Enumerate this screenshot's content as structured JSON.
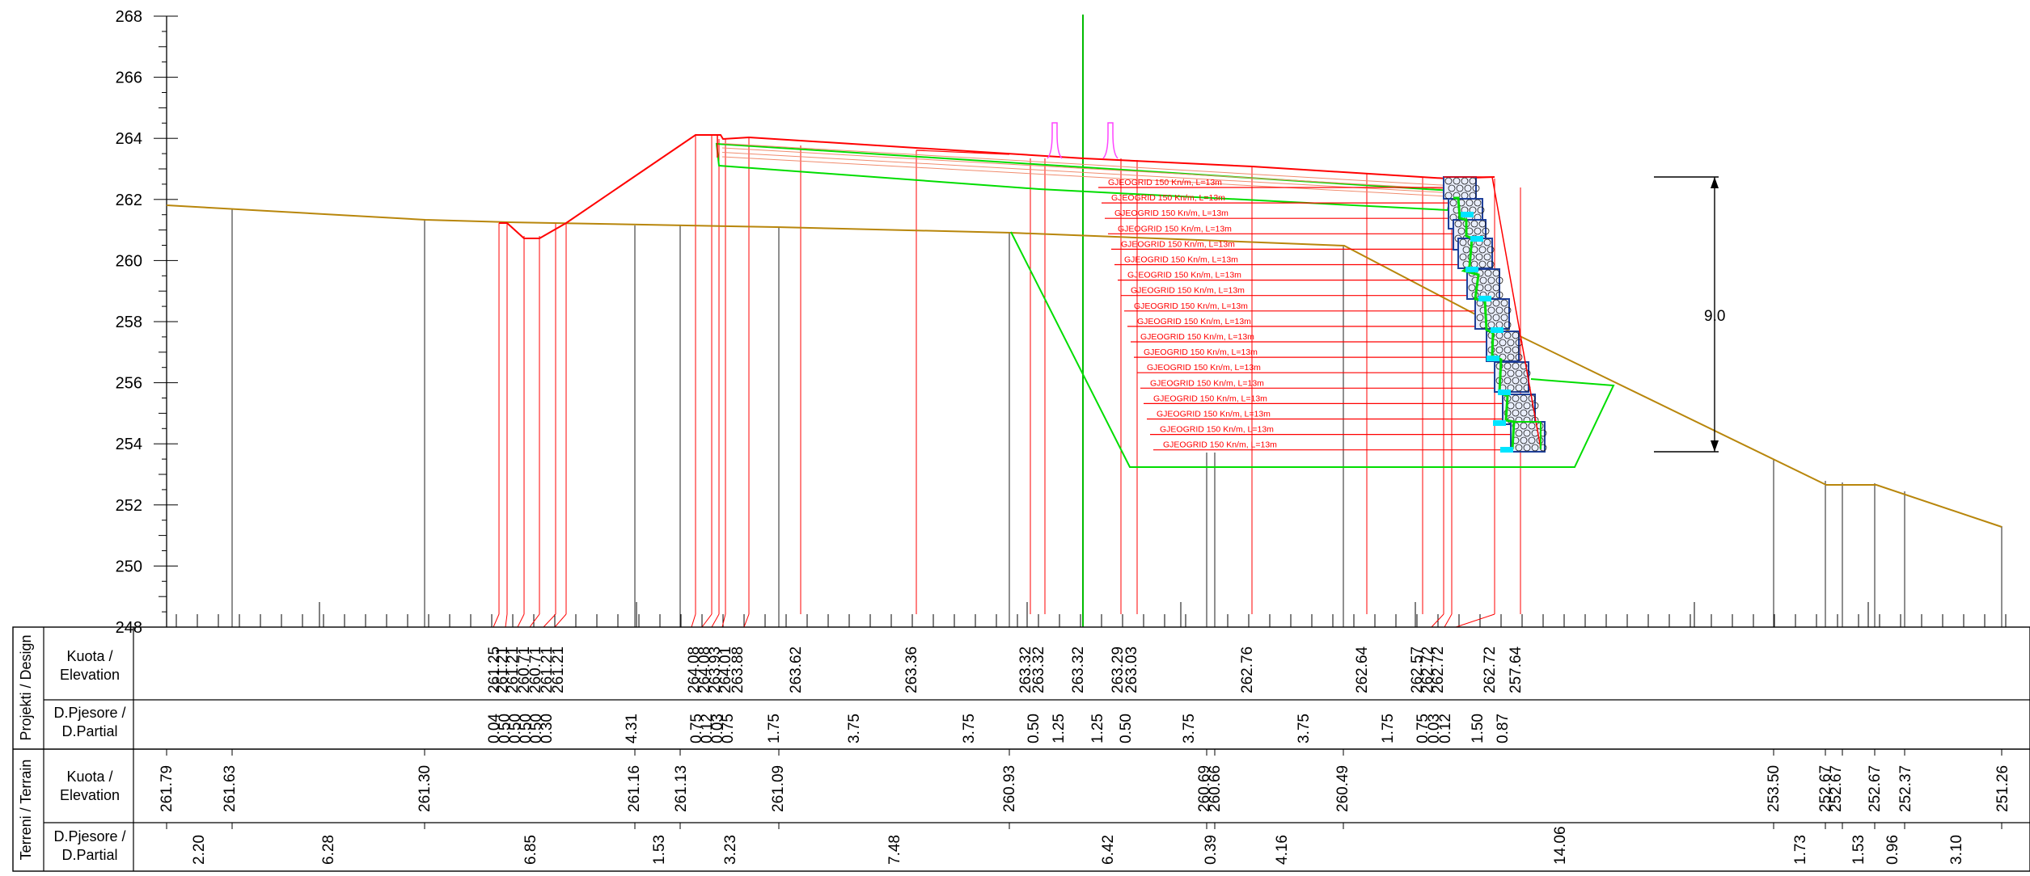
{
  "y_axis": {
    "ticks": [
      "268",
      "266",
      "264",
      "262",
      "260",
      "258",
      "256",
      "254",
      "252",
      "250",
      "248"
    ]
  },
  "dimension": {
    "label": "9.0"
  },
  "geogrid_label": "GJEOGRID 150 Kn/m, L=13m",
  "geogrid_count": 18,
  "table": {
    "design_group": "Projekti / Design",
    "terrain_group": "Terreni / Terrain",
    "elev_label_1": "Kuota /",
    "elev_label_2": "Elevation",
    "part_label_1": "D.Pjesore /",
    "part_label_2": "D.Partial"
  },
  "design_elevations": [
    "261.25",
    "261.21",
    "261.21",
    "260.71",
    "260.71",
    "261.21",
    "261.21",
    "264.08",
    "264.08",
    "263.93",
    "264.01",
    "263.88",
    "263.62",
    "263.36",
    "263.32",
    "263.32",
    "263.32",
    "263.29",
    "263.03",
    "262.76",
    "262.64",
    "262.57",
    "262.72",
    "262.72",
    "262.72",
    "257.64"
  ],
  "design_partials": [
    "0.04",
    "0.50",
    "0.50",
    "0.50",
    "0.50",
    "0.30",
    "4.31",
    "0.75",
    "0.12",
    "0.03",
    "0.75",
    "1.75",
    "3.75",
    "3.75",
    "0.50",
    "1.25",
    "1.25",
    "0.50",
    "3.75",
    "3.75",
    "1.75",
    "0.75",
    "0.03",
    "0.12",
    "1.50",
    "0.87"
  ],
  "terrain_elevations": [
    "261.79",
    "261.63",
    "261.30",
    "261.16",
    "261.13",
    "261.09",
    "260.93",
    "260.69",
    "260.66",
    "260.49",
    "253.50",
    "252.67",
    "252.67",
    "252.67",
    "252.37",
    "251.26"
  ],
  "terrain_partials": [
    "2.20",
    "6.28",
    "6.85",
    "1.53",
    "3.23",
    "7.48",
    "6.42",
    "0.39",
    "4.16",
    "14.06",
    "1.73",
    "1.53",
    "0.96",
    "3.10"
  ],
  "colors": {
    "terrain": "#b8860b",
    "design": "#ff0000",
    "fill": "#00dd00",
    "centerline": "#00bb00",
    "gabion": "#1e3f9a",
    "drain": "#00e5ff",
    "grid": "#ff0000",
    "marker": "#ff44ff"
  }
}
